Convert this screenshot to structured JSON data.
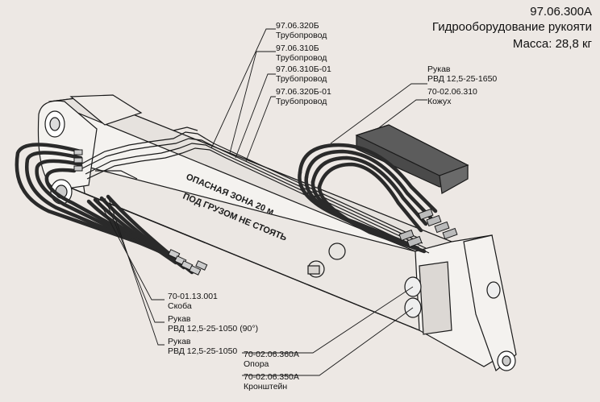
{
  "header": {
    "code": "97.06.300А",
    "title": "Гидрооборудование рукояти",
    "mass": "Масса: 28,8 кг"
  },
  "callouts": [
    {
      "code": "97.06.320Б",
      "name": "Трубопровод"
    },
    {
      "code": "97.06.310Б",
      "name": "Трубопровод"
    },
    {
      "code": "97.06.310Б-01",
      "name": "Трубопровод"
    },
    {
      "code": "97.06.320Б-01",
      "name": "Трубопровод"
    },
    {
      "code": "Рукав",
      "name": "РВД 12,5-25-1650"
    },
    {
      "code": "70-02.06.310",
      "name": "Кожух"
    },
    {
      "code": "70-01.13.001",
      "name": "Скоба"
    },
    {
      "code": "Рукав",
      "name": "РВД 12,5-25-1050 (90°)"
    },
    {
      "code": "Рукав",
      "name": "РВД 12,5-25-1050"
    },
    {
      "code": "70-02.06.360А",
      "name": "Опора"
    },
    {
      "code": "70-02.06.350А",
      "name": "Кронштейн"
    }
  ],
  "boom_marking": {
    "line1": "ОПАСНАЯ    ЗОНА    20 м",
    "line2": "ПОД ГРУЗОМ НЕ СТОЯТЬ"
  },
  "colors": {
    "background": "#ede8e4",
    "boom": "#f4f2ef",
    "outline": "#1a1a1a",
    "hose": "#2a2a2a",
    "cover": "#4a4a4a"
  }
}
